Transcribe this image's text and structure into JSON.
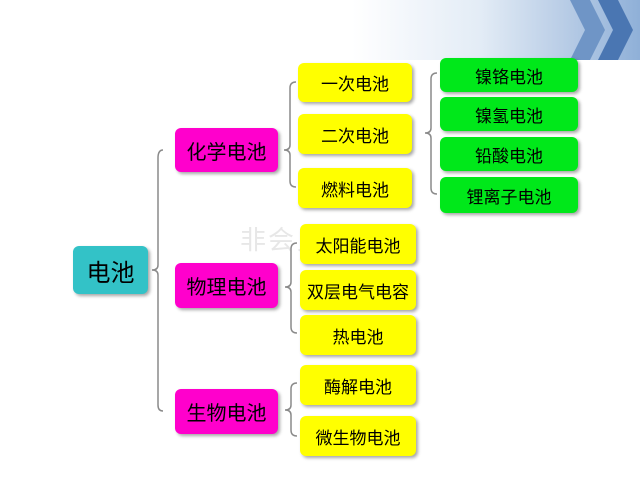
{
  "root": {
    "label": "电池"
  },
  "categories": [
    {
      "label": "化学电池",
      "children": [
        "一次电池",
        "二次电池",
        "燃料电池"
      ]
    },
    {
      "label": "物理电池",
      "children": [
        "太阳能电池",
        "双层电气电容",
        "热电池"
      ]
    },
    {
      "label": "生物电池",
      "children": [
        "酶解电池",
        "微生物电池"
      ]
    }
  ],
  "secondary_batteries": [
    "镍铬电池",
    "镍氢电池",
    "铅酸电池",
    "锂离子电池"
  ],
  "colors": {
    "root": "#33c2c7",
    "category": "#ff00cc",
    "leaf": "#ffff00",
    "subleaf": "#00e81a",
    "connector": "#8a8a8a"
  }
}
